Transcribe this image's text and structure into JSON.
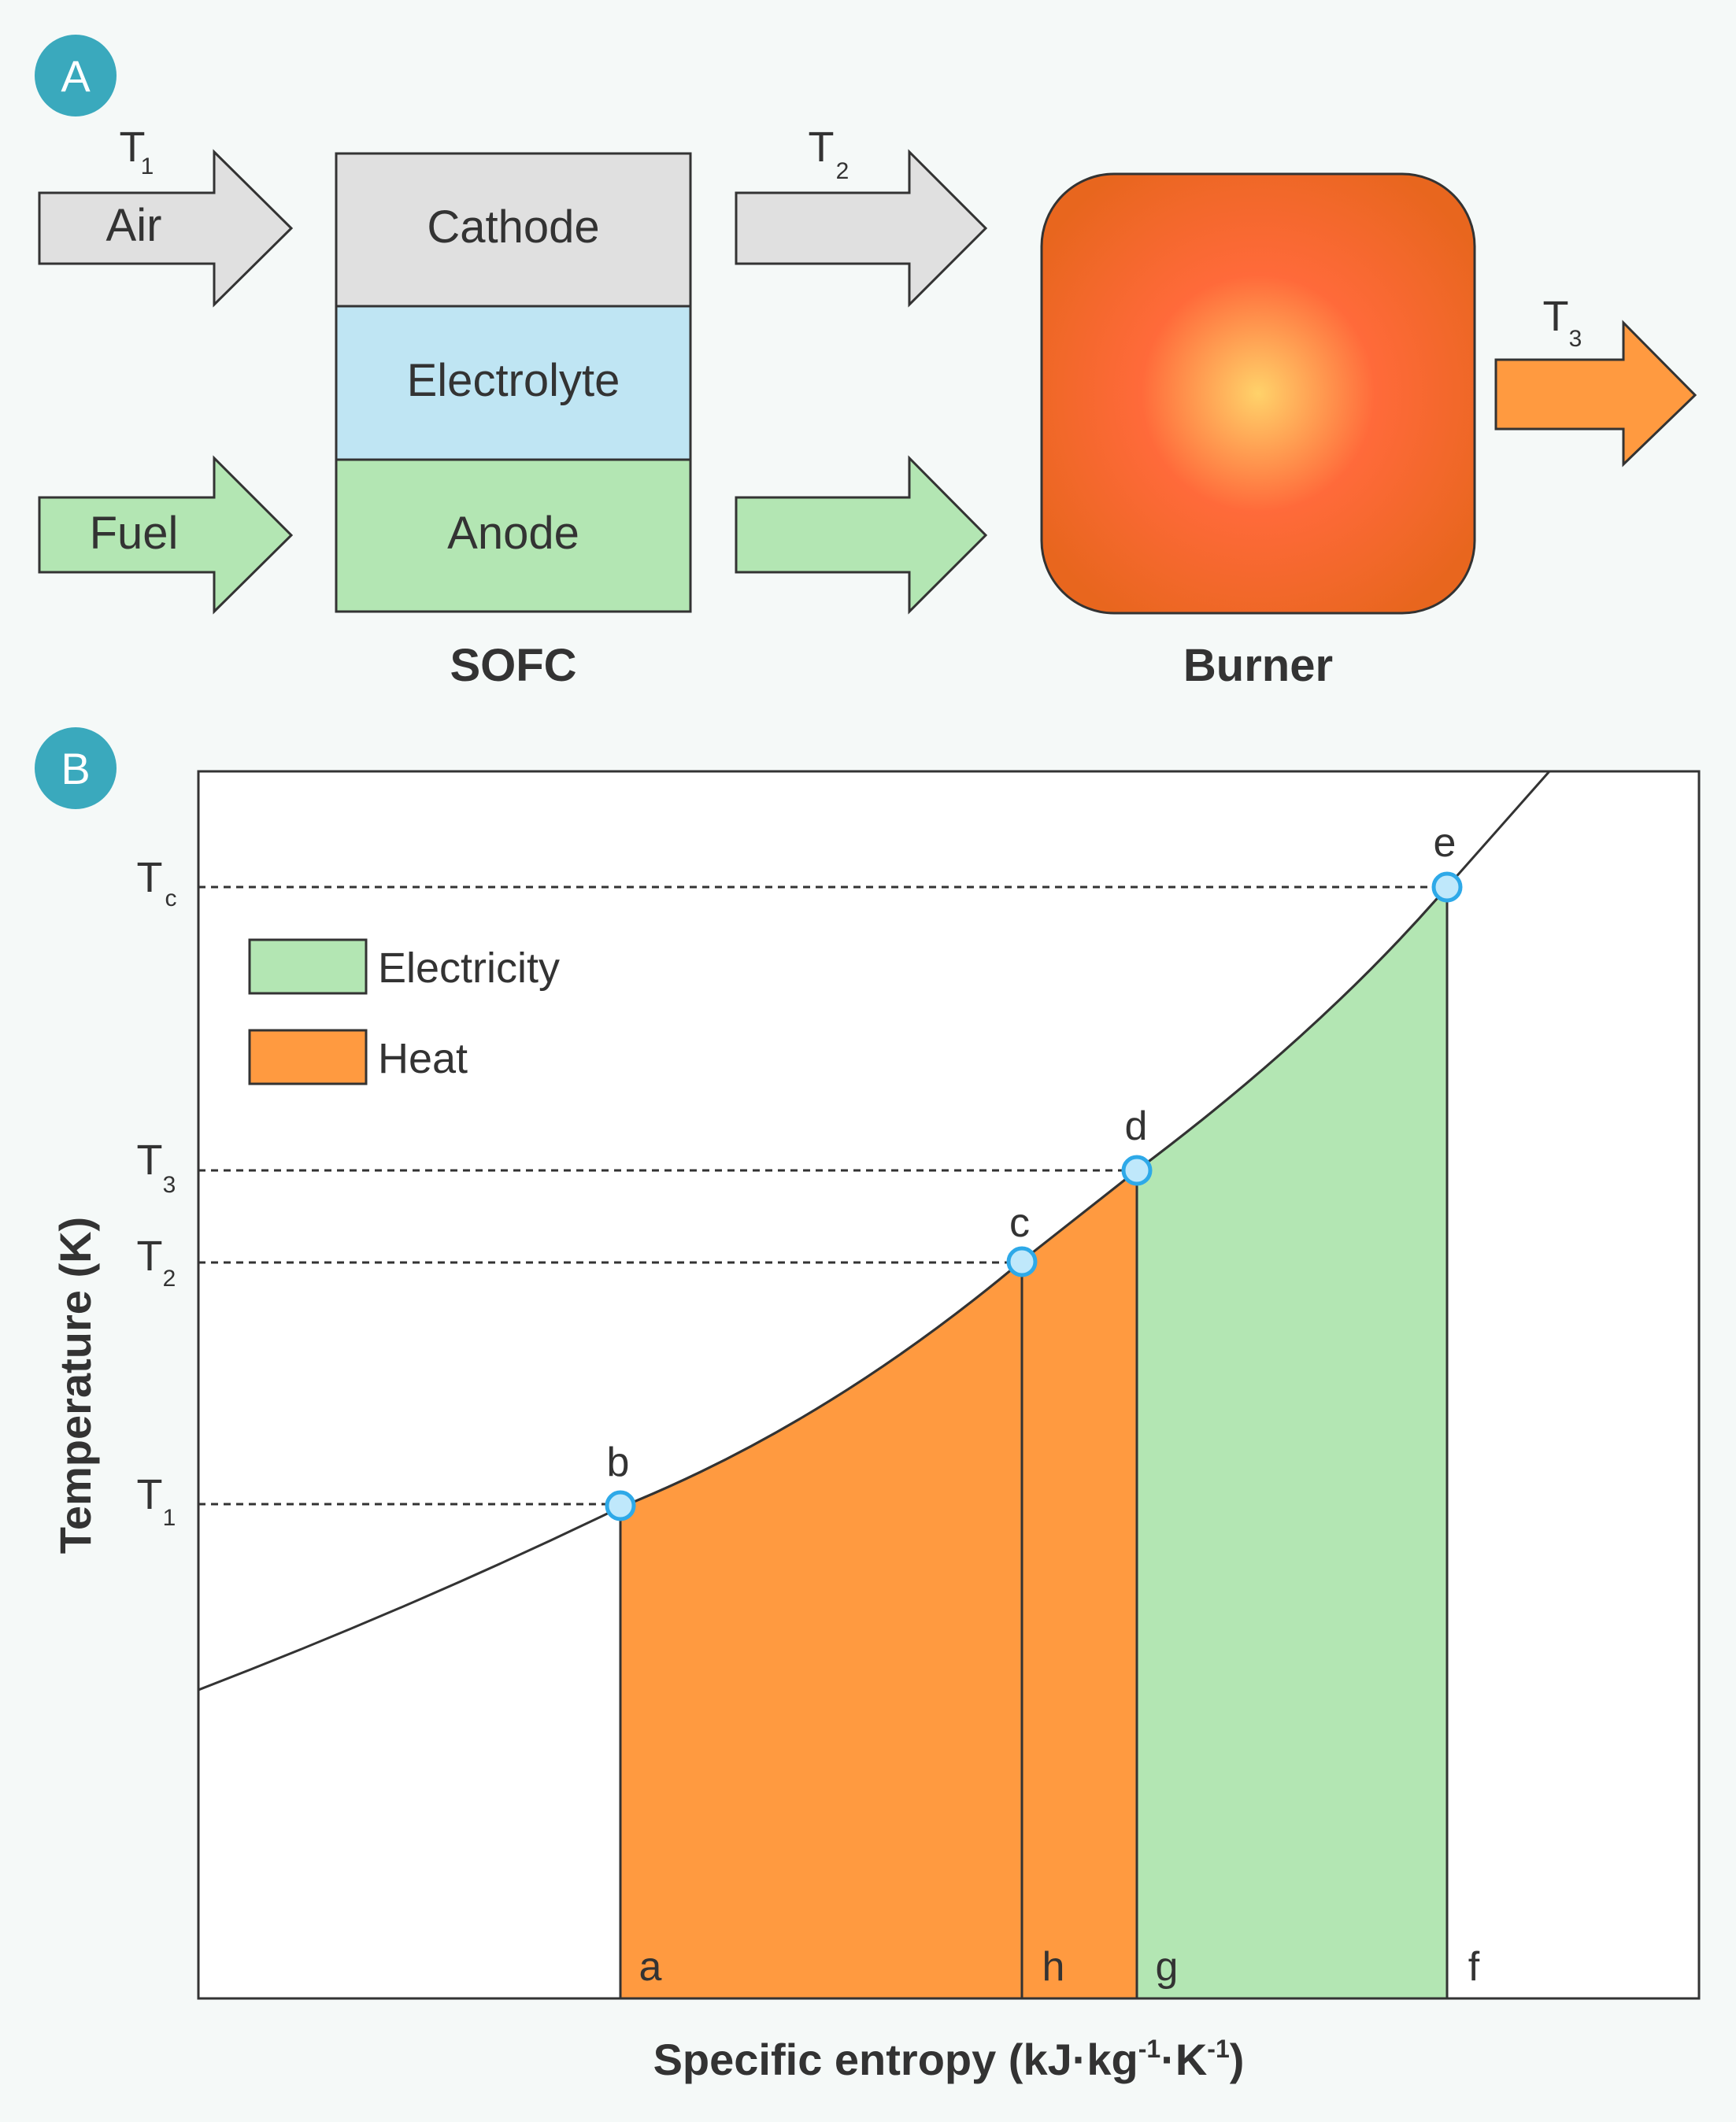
{
  "panel_a": {
    "badge": "A",
    "inputs": {
      "air": {
        "label": "Air",
        "temp_main": "T",
        "temp_sub": "1"
      },
      "fuel": {
        "label": "Fuel"
      }
    },
    "sofc": {
      "cathode": "Cathode",
      "electrolyte": "Electrolyte",
      "anode": "Anode",
      "caption": "SOFC"
    },
    "middle_arrows": {
      "air": {
        "temp_main": "T",
        "temp_sub": "2"
      }
    },
    "burner": {
      "caption": "Burner"
    },
    "output": {
      "temp_main": "T",
      "temp_sub": "3"
    },
    "colors": {
      "air_arrow": "#e0e0e0",
      "fuel_arrow": "#b3e6b3",
      "cathode": "#e0e0e0",
      "electrolyte": "#bfe5f3",
      "anode": "#b3e6b3",
      "burner_center": "#ffd26a",
      "burner_mid": "#ff6a3a",
      "burner_edge": "#e8661e",
      "output_arrow": "#ff9a40"
    }
  },
  "panel_b": {
    "badge": "B",
    "axes": {
      "xlabel": "Specific entropy (kJ·kg",
      "xlabel_sup1": "-1",
      "xlabel_mid": "·K",
      "xlabel_sup2": "-1",
      "xlabel_end": ")",
      "ylabel": "Temperature (K)"
    },
    "y_ticks": [
      {
        "id": "tc",
        "main": "T",
        "sub": "c"
      },
      {
        "id": "t3",
        "main": "T",
        "sub": "3"
      },
      {
        "id": "t2",
        "main": "T",
        "sub": "2"
      },
      {
        "id": "t1",
        "main": "T",
        "sub": "1"
      }
    ],
    "legend": [
      {
        "label": "Electricity",
        "color": "#b3e6b3"
      },
      {
        "label": "Heat",
        "color": "#ff9a40"
      }
    ],
    "state_points": [
      "b",
      "c",
      "d",
      "e"
    ],
    "entropy_marks": [
      "a",
      "h",
      "g",
      "f"
    ],
    "colors": {
      "heat": "#ff9a40",
      "electricity": "#b3e6b3",
      "point_fill": "#bfe8fb",
      "point_stroke": "#2ea9e8",
      "badge": "#3aa9bd"
    }
  }
}
